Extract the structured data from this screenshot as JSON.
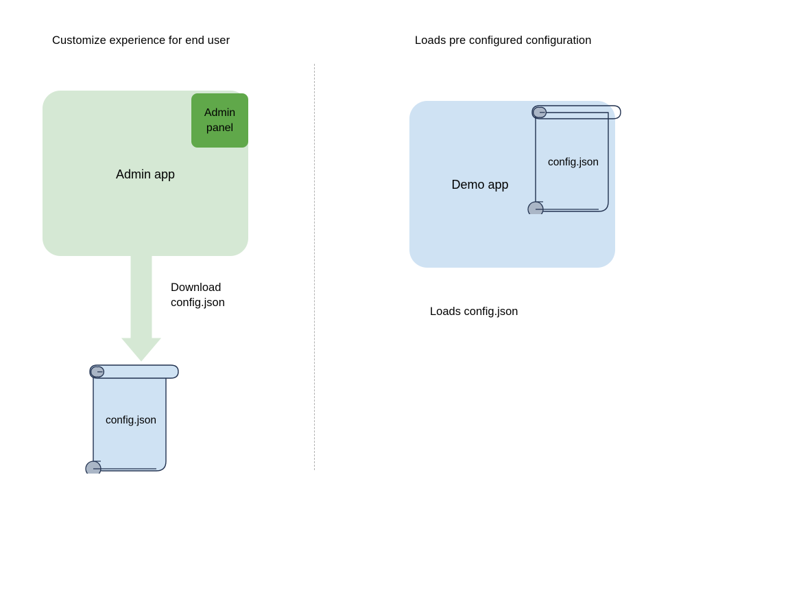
{
  "diagram": {
    "title_left": "Customize experience for end user",
    "title_right": "Loads pre configured configuration",
    "colors": {
      "app_green": "#d5e8d4",
      "panel_green": "#60a84a",
      "app_blue": "#cfe2f3",
      "scroll_stroke": "#1f2b4d",
      "scroll_curl": "#8c97a8",
      "arrow_fill": "#d5e8d4",
      "divider": "#b0b0b0",
      "background": "#ffffff"
    }
  },
  "left": {
    "caption": "Customize experience for end user",
    "app_label": "Admin app",
    "panel_label_line1": "Admin",
    "panel_label_line2": "panel",
    "arrow_label_line1": "Download",
    "arrow_label_line2": "config.json",
    "file_label": "config.json",
    "arrow_icon": "down-arrow-icon",
    "file_icon": "scroll-document-icon"
  },
  "right": {
    "caption": "Loads pre configured configuration",
    "app_label": "Demo app",
    "file_label": "config.json",
    "note": "Loads config.json",
    "file_icon": "scroll-document-icon"
  }
}
